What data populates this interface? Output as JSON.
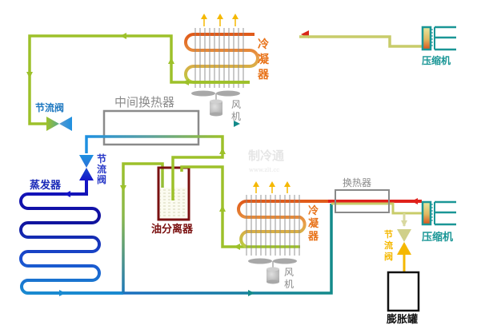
{
  "title": "复叠式制冷系统原理图",
  "labels": {
    "compressor_top": "压缩机",
    "compressor_bottom": "压缩机",
    "condenser_top": "冷凝器",
    "condenser_bottom": "冷凝器",
    "fan_top": "风机",
    "fan_bottom": "风机",
    "intermediate_hx": "中间换热器",
    "throttle_left": "节流阀",
    "throttle_mid": "节流阀",
    "throttle_right": "节流阀",
    "evaporator": "蒸发器",
    "oil_separator": "油分离器",
    "heat_exchanger": "换热器",
    "expansion_tank": "膨胀罐"
  },
  "watermark": {
    "name": "制冷通",
    "url": "www.zlt.cc"
  },
  "colors": {
    "discharge_red": "#e0211b",
    "condensate_green": "#9dc12a",
    "suction_teal": "#138a8a",
    "evaporator_blue": "#1a1acc",
    "light_blue": "#1e90e0",
    "condenser_orange": "#e8731a",
    "compressor_teal": "#1a9696",
    "oil_separator_red": "#7a1010",
    "throttle_yellow": "#f5b800",
    "gray": "#8a8a8a",
    "black": "#111111"
  }
}
